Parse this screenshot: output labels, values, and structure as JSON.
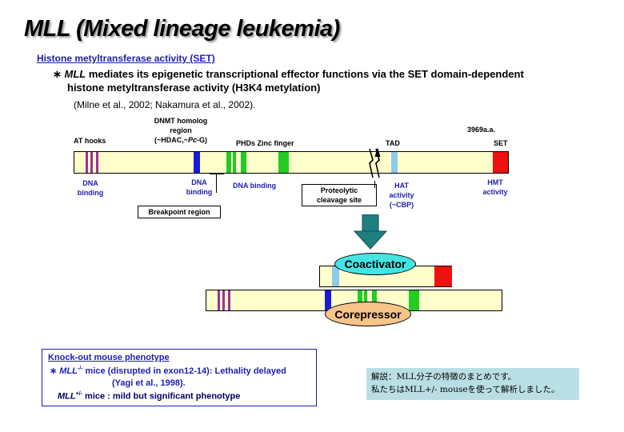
{
  "title": "MLL (Mixed lineage leukemia)",
  "section_heading": "Histone metyltransferase activity (SET)",
  "bullet": {
    "mark": "∗",
    "gene": "MLL",
    "line1_rest": " mediates its epigenetic transcriptional effector functions via the SET domain-dependent",
    "line2": "histone metyltransferase activity (H3K4 metylation)"
  },
  "references": "(Milne et al., 2002; Nakamura et al., 2002).",
  "diagram": {
    "top_labels": {
      "at_hooks": "AT hooks",
      "dnmt_line1": "DNMT homolog",
      "dnmt_line2": "region",
      "dnmt_line3_pre": "(~HDAC,~",
      "dnmt_line3_ital": "Pc",
      "dnmt_line3_post": "-G)",
      "phds": "PHDs Zinc finger",
      "tad": "TAD",
      "length": "3969a.a.",
      "set": "SET"
    },
    "bottom_labels": {
      "dna_binding_1a": "DNA",
      "dna_binding_1b": "binding",
      "dna_binding_2a": "DNA",
      "dna_binding_2b": "binding",
      "dna_binding_3": "DNA binding",
      "hat_a": "HAT",
      "hat_b": "activity",
      "hat_c": "(~CBP)",
      "hmt_a": "HMT",
      "hmt_b": "activity"
    },
    "breakpoint_region": "Breakpoint region",
    "proteolytic_line1": "Proteolytic",
    "proteolytic_line2": "cleavage site",
    "coactivator": "Coactivator",
    "corepressor": "Corepressor",
    "colors": {
      "bar_fill": "#ffffcc",
      "purple": "#993399",
      "blue": "#1a1ad6",
      "green": "#22cc22",
      "light_blue": "#8ec9ee",
      "red": "#ee1111",
      "arrow": "#1f7f7f",
      "coactivator": "#44e4e4",
      "corepressor": "#f7c48a"
    }
  },
  "knockout": {
    "heading": "Knock-out mouse phenotype",
    "item1_mark": "∗",
    "item1_gene": "MLL",
    "item1_sup": "-/-",
    "item1_text": " mice (disrupted in exon12-14): Lethality delayed",
    "item1_ref": "(Yagi et al., 1998).",
    "item2_gene": "MLL",
    "item2_sup": "+/-",
    "item2_text": " mice : mild but significant phenotype"
  },
  "note": {
    "line1": "解説：MLL分子の特徴のまとめです。",
    "line2": "私たちはMLL+/- mouseを使って解析しました。"
  }
}
